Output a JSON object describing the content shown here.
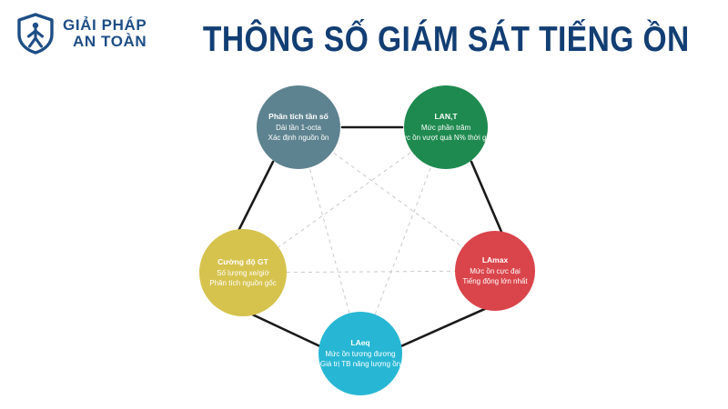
{
  "brand": {
    "line1": "GIẢI PHÁP",
    "line2": "AN TOÀN",
    "color": "#1D4E85",
    "icon": "shield-person-icon"
  },
  "header": {
    "title": "THÔNG SỐ GIÁM SÁT TIẾNG ỒN",
    "title_color": "#123E73"
  },
  "diagram": {
    "type": "pentagon-network",
    "nodes": [
      {
        "id": "frequency-analysis",
        "title": "Phân tích tần số",
        "line2": "Dải tần 1-octa",
        "line3": "Xác định nguồn ồn",
        "color": "#5E8390",
        "position": "top-left"
      },
      {
        "id": "lan-t",
        "title": "LAN,T",
        "line2": "Mức phần trăm",
        "line3": "Mức ồn vượt quá N% thời gian",
        "color": "#1E8A4F",
        "position": "top-right"
      },
      {
        "id": "la-max",
        "title": "LAmax",
        "line2": "Mức ồn cực đại",
        "line3": "Tiếng động lớn nhất",
        "color": "#D9454B",
        "position": "right"
      },
      {
        "id": "la-eq",
        "title": "LAeq",
        "line2": "Mức ồn tương đương",
        "line3": "Giá trị TB năng lượng ồn",
        "color": "#27B7D4",
        "position": "bottom"
      },
      {
        "id": "traffic-intensity",
        "title": "Cường độ GT",
        "line2": "Số lượng xe/giờ",
        "line3": "Phân tích nguồn gốc",
        "color": "#D6C34E",
        "position": "left"
      }
    ],
    "edges": {
      "solid_color": "#1A1A1A",
      "dashed_color": "#C9C9C9"
    }
  }
}
